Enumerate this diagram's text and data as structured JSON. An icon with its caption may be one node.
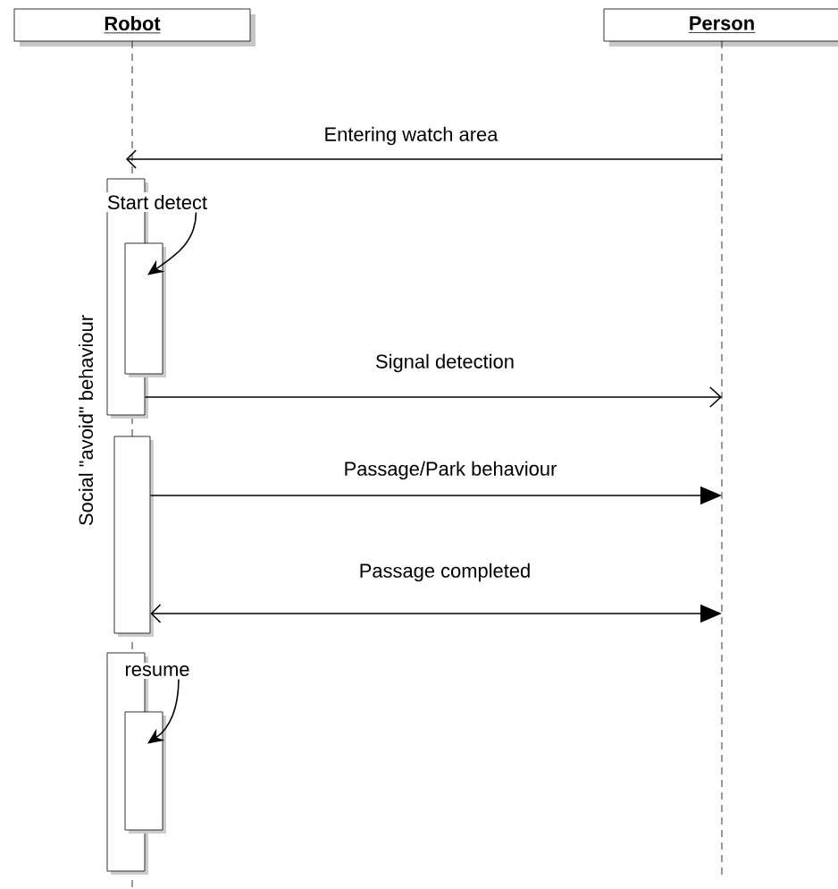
{
  "diagram": {
    "nodes": [
      {
        "text": [
          "Robot"
        ]
      },
      {
        "text": [
          "Person"
        ]
      },
      {
        "text": [],
        "shape": "bar",
        "in": 0
      },
      {
        "text": [
          "Start detect"
        ],
        "in": 0
      },
      {
        "text": [],
        "shape": "bar",
        "in": 0
      },
      {
        "text": [],
        "shape": "bar",
        "in": 0
      },
      {
        "text": [
          "resume"
        ],
        "in": 0
      },
      {
        "text": [],
        "shape": "bar",
        "in": 0
      },
      {
        "text": [],
        "shape": "bar",
        "in": 0
      }
    ],
    "edges": [
      {
        "from": 1,
        "to": 2,
        "arrow": "to",
        "label": "Entering watch area"
      },
      {
        "from": 2,
        "to": 1,
        "arrow": "to",
        "label": "Signal detection"
      },
      {
        "from": 5,
        "to": 1,
        "arrow": "to",
        "label": "Passage/Park behaviour"
      },
      {
        "from": 1,
        "to": 5,
        "arrow": "both",
        "label": "Passage completed"
      },
      {
        "from": 3,
        "to": 4,
        "arrow": "to"
      },
      {
        "from": 6,
        "to": 8,
        "arrow": "to"
      }
    ],
    "labels": [
      "Social \"avoid\" behaviour"
    ]
  }
}
